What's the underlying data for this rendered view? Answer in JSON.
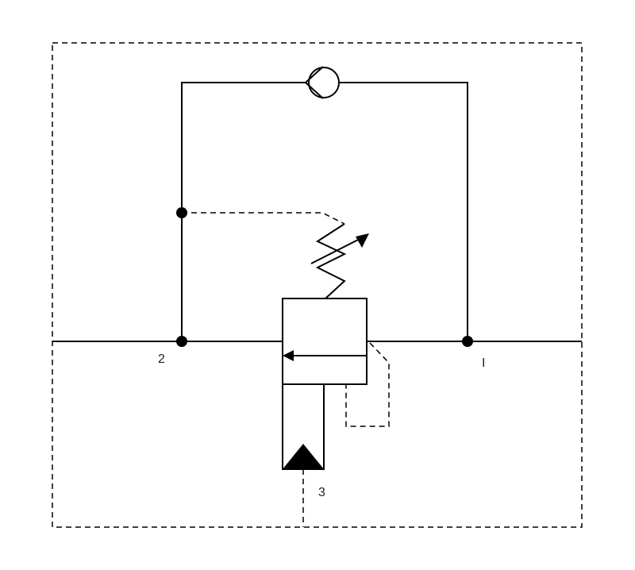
{
  "ports": {
    "port_2": "2",
    "port_1": "I",
    "port_3": "3"
  },
  "colors": {
    "stroke": "#000000",
    "background": "#ffffff"
  },
  "icons": [
    "check-valve-icon",
    "adjustable-spring-icon",
    "pilot-triangle-icon",
    "flow-arrow-icon"
  ]
}
